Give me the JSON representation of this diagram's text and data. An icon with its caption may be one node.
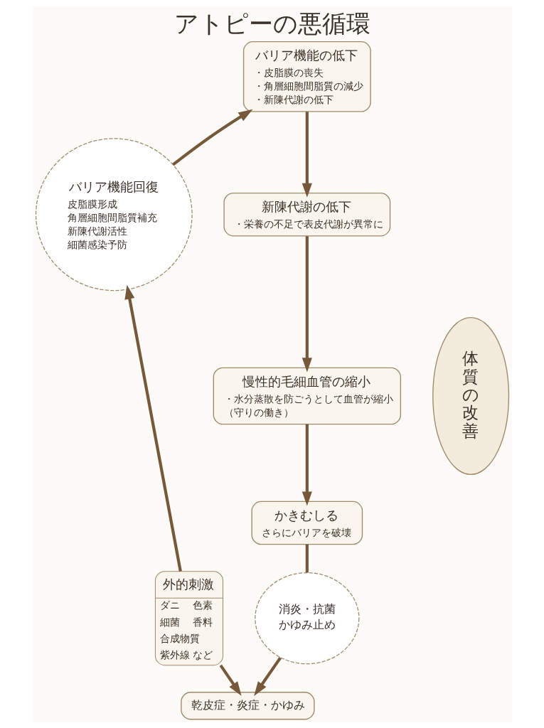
{
  "diagram": {
    "title": "アトピーの悪循環",
    "nodes": [
      {
        "text": [
          "バリア機能の低下",
          "・皮脂膜の喪失",
          "・角層細胞間脂質の減少",
          "・新陳代謝の低下"
        ]
      },
      {
        "text": [
          "新陳代謝の低下",
          "・栄養の不足で表皮代謝が異常に"
        ]
      },
      {
        "text": [
          "慢性的毛細血管の縮小",
          "・水分蒸散を防ごうとして血管が縮小",
          "（守りの働き）"
        ]
      },
      {
        "text": [
          "かきむしる",
          "さらにバリアを破壊"
        ]
      },
      {
        "text": [
          "消炎・抗菌",
          "かゆみ止め"
        ]
      },
      {
        "text": [
          "乾皮症・炎症・かゆみ"
        ]
      },
      {
        "text": [
          "外的刺激",
          "ダニ",
          "色素",
          "細菌",
          "香料",
          "合成物質",
          "紫外線 など"
        ]
      },
      {
        "text": [
          "バリア機能回復",
          "皮脂膜形成",
          "角層細胞間脂質補充",
          "新陳代謝活性",
          "細菌感染予防"
        ]
      },
      {
        "text": [
          "体質の改善"
        ]
      }
    ],
    "edges": [
      {
        "from": 0,
        "to": 1,
        "arrow": "to"
      },
      {
        "from": 1,
        "to": 2,
        "arrow": "to"
      },
      {
        "from": 2,
        "to": 3,
        "arrow": "to"
      },
      {
        "from": 3,
        "to": 4,
        "arrow": "none"
      },
      {
        "from": 4,
        "to": 5,
        "arrow": "to"
      },
      {
        "from": 6,
        "to": 5,
        "arrow": "to"
      },
      {
        "from": 6,
        "to": 7,
        "arrow": "to"
      },
      {
        "from": 7,
        "to": 0,
        "arrow": "to"
      }
    ]
  }
}
